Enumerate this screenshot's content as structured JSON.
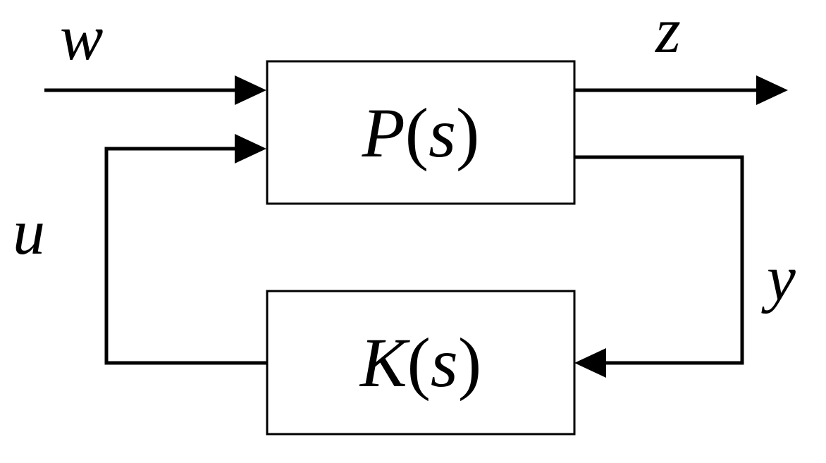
{
  "blocks": {
    "plant": {
      "name": "P",
      "arg": "s"
    },
    "controller": {
      "name": "K",
      "arg": "s"
    }
  },
  "signals": {
    "exogenous_input": "w",
    "performance_output": "z",
    "control_input": "u",
    "measured_output": "y"
  },
  "colors": {
    "line": "#000000",
    "background": "#ffffff"
  }
}
